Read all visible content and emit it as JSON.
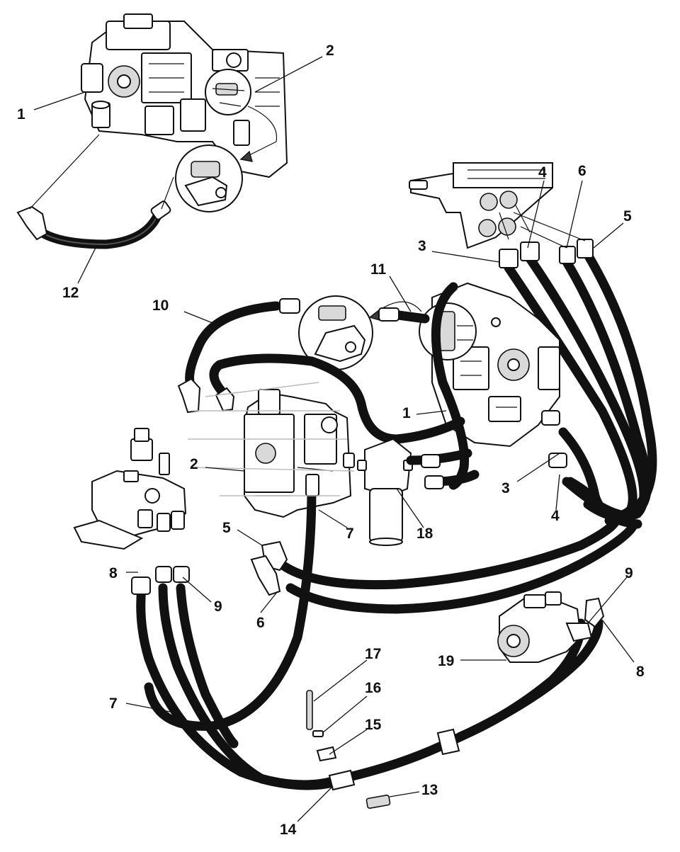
{
  "diagram": {
    "callouts": [
      {
        "id": "c1a",
        "text": "1"
      },
      {
        "id": "c2a",
        "text": "2"
      },
      {
        "id": "c12",
        "text": "12"
      },
      {
        "id": "c4a",
        "text": "4"
      },
      {
        "id": "c6a",
        "text": "6"
      },
      {
        "id": "c5a",
        "text": "5"
      },
      {
        "id": "c3a",
        "text": "3"
      },
      {
        "id": "c11",
        "text": "11"
      },
      {
        "id": "c10",
        "text": "10"
      },
      {
        "id": "c1b",
        "text": "1"
      },
      {
        "id": "c2b",
        "text": "2"
      },
      {
        "id": "c3b",
        "text": "3"
      },
      {
        "id": "c4b",
        "text": "4"
      },
      {
        "id": "c7a",
        "text": "7"
      },
      {
        "id": "c18",
        "text": "18"
      },
      {
        "id": "c5b",
        "text": "5"
      },
      {
        "id": "c8a",
        "text": "8"
      },
      {
        "id": "c9a",
        "text": "9"
      },
      {
        "id": "c6b",
        "text": "6"
      },
      {
        "id": "c9b",
        "text": "9"
      },
      {
        "id": "c19",
        "text": "19"
      },
      {
        "id": "c8b",
        "text": "8"
      },
      {
        "id": "c17",
        "text": "17"
      },
      {
        "id": "c16",
        "text": "16"
      },
      {
        "id": "c15",
        "text": "15"
      },
      {
        "id": "c7b",
        "text": "7"
      },
      {
        "id": "c13",
        "text": "13"
      },
      {
        "id": "c14",
        "text": "14"
      }
    ]
  }
}
